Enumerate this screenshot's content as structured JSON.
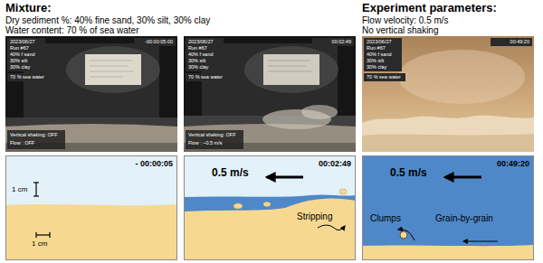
{
  "diagram": {
    "nodes": [
      {
        "text": [
          "2023/06/27",
          "Run #67",
          "40% f sand",
          "30% silt",
          "30% clay",
          "70 % sea water",
          "Vertical shaking: OFF",
          "Flow : OFF",
          "-00:00:05:00"
        ]
      },
      {
        "text": [
          "2023/06/27",
          "Run #67",
          "40% f sand",
          "30% silt",
          "30% clay",
          "70 % sea water",
          "Vertical shaking: OFF",
          "Flow : ~0.5 m/s",
          "00:02:49"
        ]
      },
      {
        "text": [
          "2023/06/27",
          "Run #67",
          "40% f sand",
          "30% silt",
          "30% clay",
          "70 % sea water",
          "00:49:20"
        ]
      },
      {
        "text": [
          "- 00:00:05",
          "1 cm",
          "1 cm"
        ]
      },
      {
        "text": [
          "00:02:49",
          "0.5 m/s",
          "Stripping"
        ]
      },
      {
        "text": [
          "00:49:20",
          "0.5 m/s",
          "Clumps",
          "Grain-by-grain"
        ]
      }
    ],
    "labels": [
      "Mixture:",
      "Dry sediment %: 40% fine sand, 30% silt, 30% clay",
      "Water content: 70 % of sea water",
      "Experiment parameters:",
      "Flow velocity: 0.5 m/s",
      "No vertical shaking"
    ]
  }
}
